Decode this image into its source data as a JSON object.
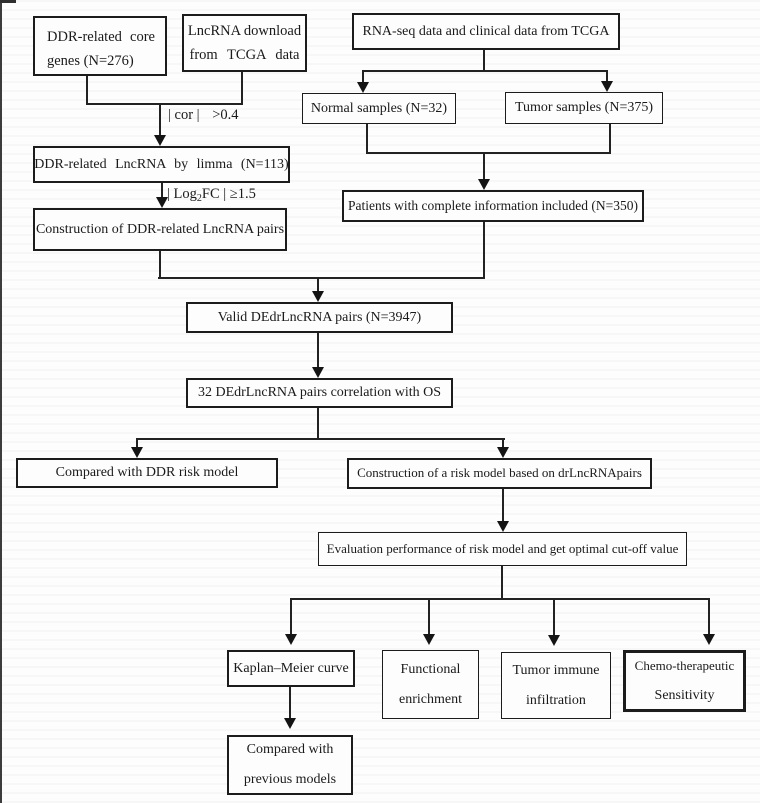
{
  "diagram": {
    "boxes": {
      "ddr_core_genes": {
        "line1_left": "DDR-related",
        "line1_right": "core",
        "line2": "genes (N=276)"
      },
      "lncrna_download": {
        "line1": "LncRNA download",
        "line2": "from TCGA data"
      },
      "rnaseq_tcga": {
        "label": "RNA-seq data and clinical data from TCGA"
      },
      "normal_samples": {
        "label": "Normal samples (N=32)"
      },
      "tumor_samples": {
        "label": "Tumor samples (N=375)"
      },
      "ddr_lncrna_limma": {
        "label": "DDR-related LncRNA by limma (N=113)"
      },
      "construction_pairs": {
        "label": "Construction of DDR-related LncRNA pairs"
      },
      "patients_included": {
        "label": "Patients with complete information included (N=350)"
      },
      "valid_pairs": {
        "label": "Valid DEdrLncRNA pairs (N=3947)"
      },
      "os_correlation": {
        "label": "32 DEdrLncRNA pairs correlation with OS"
      },
      "compared_ddr": {
        "label": "Compared with DDR risk model"
      },
      "risk_model": {
        "label": "Construction of a risk model based on drLncRNApairs"
      },
      "evaluation": {
        "label": "Evaluation performance of risk model and get optimal cut-off value"
      },
      "km_curve": {
        "label": "Kaplan–Meier curve"
      },
      "functional_enrichment": {
        "line1": "Functional",
        "line2": "enrichment"
      },
      "tumor_immune": {
        "line1": "Tumor immune",
        "line2": "infiltration"
      },
      "chemo_sensitivity": {
        "line1": "Chemo-therapeutic",
        "line2": "Sensitivity"
      },
      "compared_previous": {
        "line1": "Compared with",
        "line2": "previous models"
      }
    },
    "edge_labels": {
      "cor_threshold_bars": "| cor |",
      "cor_threshold_value": ">0.4",
      "logfc_prefix": "| Log",
      "logfc_subscript": "2",
      "logfc_suffix": "FC | ≥1.5"
    },
    "colors": {
      "line": "#1f1f1f",
      "border": "#1c1c1c",
      "background": "#fdfdfd",
      "text": "#1a1a1a"
    }
  }
}
